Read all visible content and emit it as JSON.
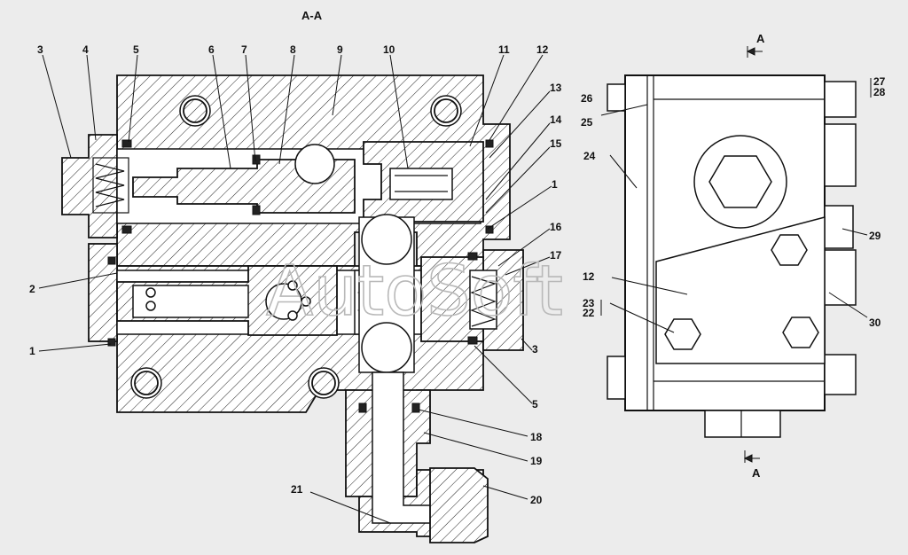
{
  "section_title": "A-A",
  "section_marks": [
    "A",
    "A"
  ],
  "watermark": "AutoSoft",
  "callouts": [
    {
      "label": "3"
    },
    {
      "label": "4"
    },
    {
      "label": "5"
    },
    {
      "label": "6"
    },
    {
      "label": "7"
    },
    {
      "label": "8"
    },
    {
      "label": "9"
    },
    {
      "label": "10"
    },
    {
      "label": "11"
    },
    {
      "label": "12"
    },
    {
      "label": "13"
    },
    {
      "label": "14"
    },
    {
      "label": "15"
    },
    {
      "label": "1"
    },
    {
      "label": "16"
    },
    {
      "label": "17"
    },
    {
      "label": "2"
    },
    {
      "label": "1"
    },
    {
      "label": "3"
    },
    {
      "label": "5"
    },
    {
      "label": "18"
    },
    {
      "label": "19"
    },
    {
      "label": "20"
    },
    {
      "label": "21"
    },
    {
      "label": "26"
    },
    {
      "label": "25"
    },
    {
      "label": "24"
    },
    {
      "label": "27"
    },
    {
      "label": "28"
    },
    {
      "label": "29"
    },
    {
      "label": "12"
    },
    {
      "label": "23"
    },
    {
      "label": "22"
    },
    {
      "label": "30"
    }
  ]
}
